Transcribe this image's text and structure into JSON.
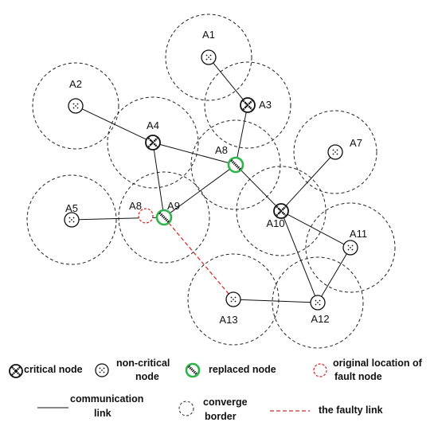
{
  "diagram": {
    "nodes": [
      {
        "id": "A1",
        "label": "A1",
        "kind": "non-critical"
      },
      {
        "id": "A2",
        "label": "A2",
        "kind": "non-critical"
      },
      {
        "id": "A3",
        "label": "A3",
        "kind": "critical"
      },
      {
        "id": "A4",
        "label": "A4",
        "kind": "critical"
      },
      {
        "id": "A5",
        "label": "A5",
        "kind": "non-critical"
      },
      {
        "id": "A7",
        "label": "A7",
        "kind": "non-critical"
      },
      {
        "id": "A8",
        "label": "A8",
        "kind": "replaced"
      },
      {
        "id": "A9",
        "label": "A9",
        "kind": "replaced"
      },
      {
        "id": "A10",
        "label": "A10",
        "kind": "critical"
      },
      {
        "id": "A11",
        "label": "A11",
        "kind": "non-critical"
      },
      {
        "id": "A12",
        "label": "A12",
        "kind": "non-critical"
      },
      {
        "id": "A13",
        "label": "A13",
        "kind": "non-critical"
      },
      {
        "id": "A8-orig",
        "label": "A8",
        "kind": "original-fault"
      }
    ],
    "links": [
      {
        "from": "A1",
        "to": "A3",
        "kind": "communication"
      },
      {
        "from": "A2",
        "to": "A4",
        "kind": "communication"
      },
      {
        "from": "A3",
        "to": "A8",
        "kind": "communication"
      },
      {
        "from": "A4",
        "to": "A8",
        "kind": "communication"
      },
      {
        "from": "A4",
        "to": "A9",
        "kind": "communication"
      },
      {
        "from": "A5",
        "to": "A9",
        "kind": "communication"
      },
      {
        "from": "A9",
        "to": "A8",
        "kind": "communication"
      },
      {
        "from": "A8",
        "to": "A10",
        "kind": "communication"
      },
      {
        "from": "A7",
        "to": "A10",
        "kind": "communication"
      },
      {
        "from": "A10",
        "to": "A11",
        "kind": "communication"
      },
      {
        "from": "A10",
        "to": "A12",
        "kind": "communication"
      },
      {
        "from": "A11",
        "to": "A12",
        "kind": "communication"
      },
      {
        "from": "A13",
        "to": "A12",
        "kind": "communication"
      },
      {
        "from": "A9",
        "to": "A13",
        "kind": "faulty"
      }
    ],
    "colors": {
      "node_stroke": "#111111",
      "replaced_ring": "#2db34a",
      "fault": "#e02020",
      "border": "#222222"
    }
  },
  "legend": {
    "critical": "critical node",
    "noncritical_1": "non-critical",
    "noncritical_2": "node",
    "replaced": "replaced node",
    "original_1": "original location of",
    "original_2": "fault node",
    "comm_1": "communication",
    "comm_2": "link",
    "converge_1": "converge",
    "converge_2": "border",
    "faulty": "the faulty link"
  }
}
